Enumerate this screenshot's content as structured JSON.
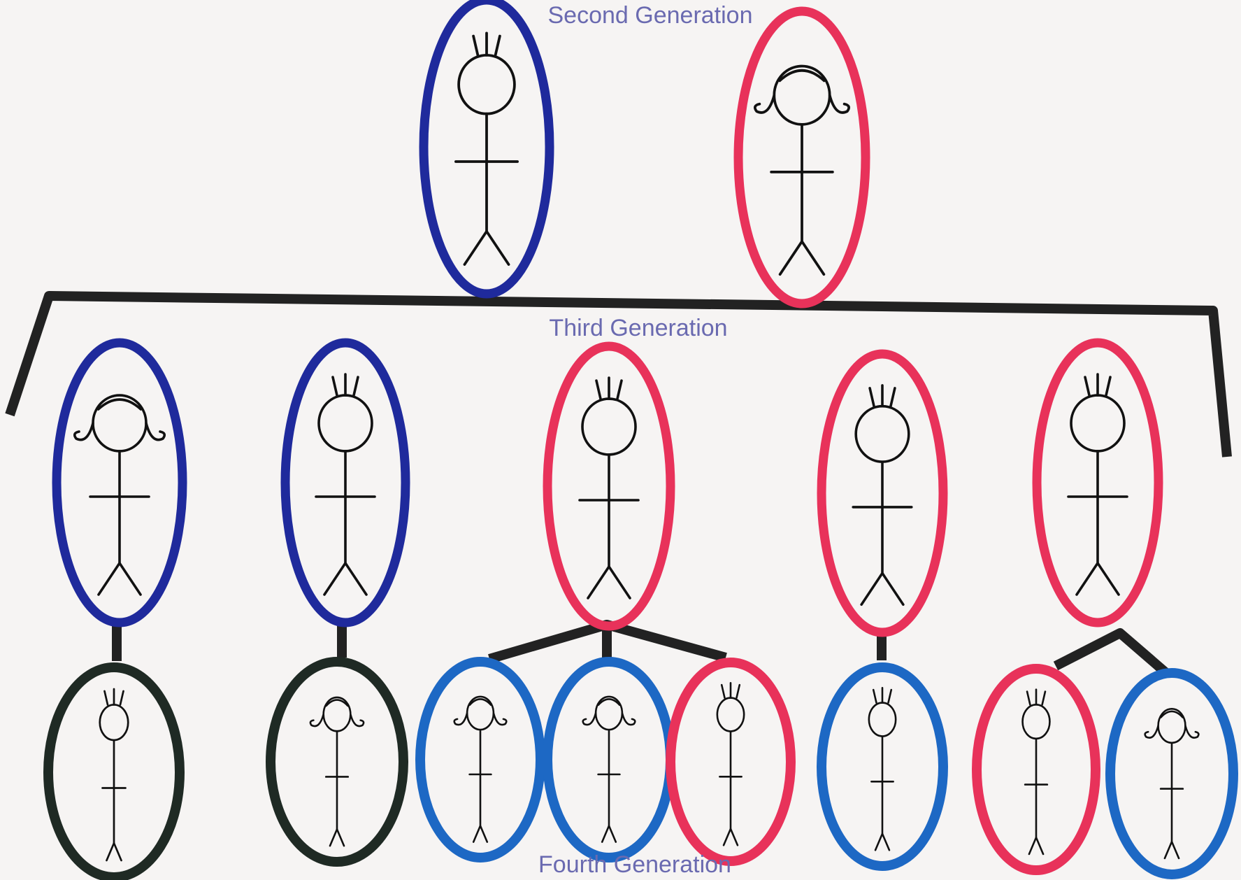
{
  "labels": {
    "second": "Second Generation",
    "third": "Third Generation",
    "fourth": "Fourth Generation"
  },
  "colors": {
    "background": "#f6f4f3",
    "label_text": "#6a6ab0",
    "male_ring_dark": "#1f2a9c",
    "male_ring_light": "#1d68c4",
    "female_ring": "#e8325a",
    "neutral_ring": "#1f2a24",
    "connector": "#222222",
    "figure_stroke": "#111111"
  },
  "legend_semantics": {
    "blue": "male-line",
    "red": "female-line",
    "dark": "other"
  },
  "people": {
    "second": [
      {
        "ring": "male_ring_dark",
        "figure": "spiky"
      },
      {
        "ring": "female_ring",
        "figure": "hair"
      }
    ],
    "third": [
      {
        "ring": "male_ring_dark",
        "figure": "hair"
      },
      {
        "ring": "male_ring_dark",
        "figure": "spiky"
      },
      {
        "ring": "female_ring",
        "figure": "spiky"
      },
      {
        "ring": "female_ring",
        "figure": "spiky"
      },
      {
        "ring": "female_ring",
        "figure": "spiky"
      }
    ],
    "fourth": [
      {
        "ring": "neutral_ring",
        "figure": "spiky",
        "parent": 0
      },
      {
        "ring": "neutral_ring",
        "figure": "hair",
        "parent": 1
      },
      {
        "ring": "male_ring_light",
        "figure": "hair",
        "parent": 2
      },
      {
        "ring": "male_ring_light",
        "figure": "hair",
        "parent": 2
      },
      {
        "ring": "female_ring",
        "figure": "spiky",
        "parent": 2
      },
      {
        "ring": "male_ring_light",
        "figure": "spiky",
        "parent": 3
      },
      {
        "ring": "female_ring",
        "figure": "spiky",
        "parent": 4
      },
      {
        "ring": "male_ring_light",
        "figure": "hair",
        "parent": 4
      }
    ]
  }
}
